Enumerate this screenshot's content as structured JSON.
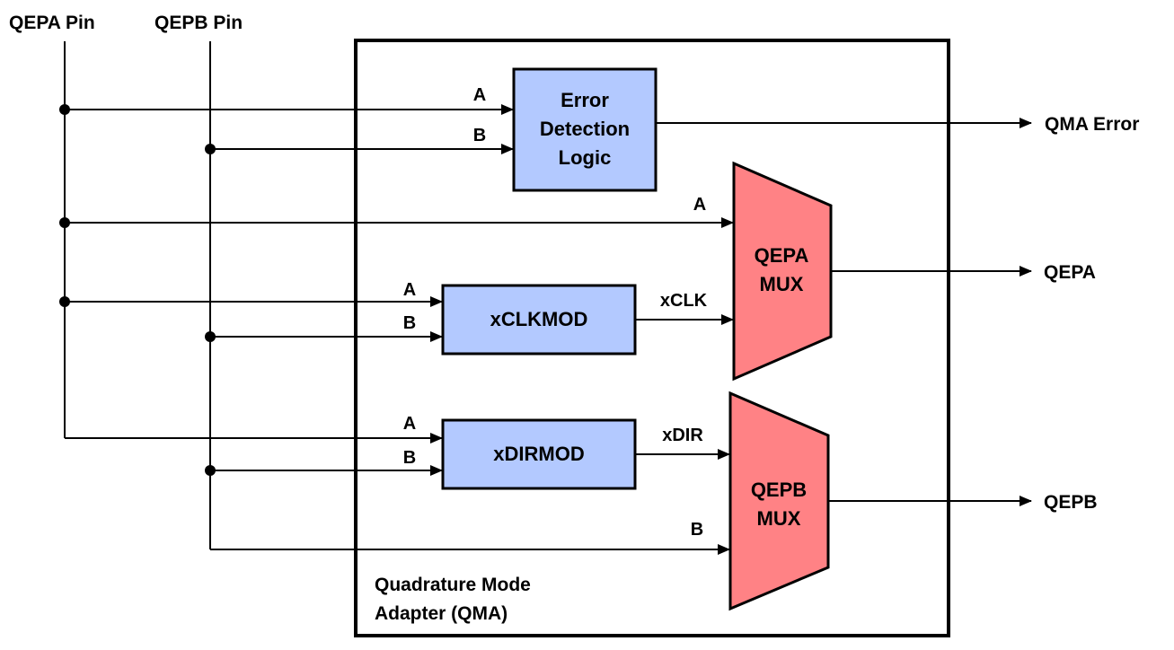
{
  "diagram": {
    "pins": {
      "qepa_pin": "QEPA Pin",
      "qepb_pin": "QEPB Pin"
    },
    "container": {
      "title_line1": "Quadrature Mode",
      "title_line2": "Adapter (QMA)"
    },
    "blocks": {
      "error_detection": {
        "line1": "Error",
        "line2": "Detection",
        "line3": "Logic",
        "in_a": "A",
        "in_b": "B"
      },
      "xclkmod": {
        "label": "xCLKMOD",
        "in_a": "A",
        "in_b": "B",
        "out": "xCLK"
      },
      "xdirmod": {
        "label": "xDIRMOD",
        "in_a": "A",
        "in_b": "B",
        "out": "xDIR"
      },
      "qepa_mux": {
        "line1": "QEPA",
        "line2": "MUX",
        "in_a": "A"
      },
      "qepb_mux": {
        "line1": "QEPB",
        "line2": "MUX",
        "in_b": "B"
      }
    },
    "outputs": {
      "qma_error": "QMA Error",
      "qepa": "QEPA",
      "qepb": "QEPB"
    },
    "colors": {
      "logic_block_fill": "#b3c9ff",
      "mux_fill": "#ff8285",
      "line": "#000000"
    }
  }
}
